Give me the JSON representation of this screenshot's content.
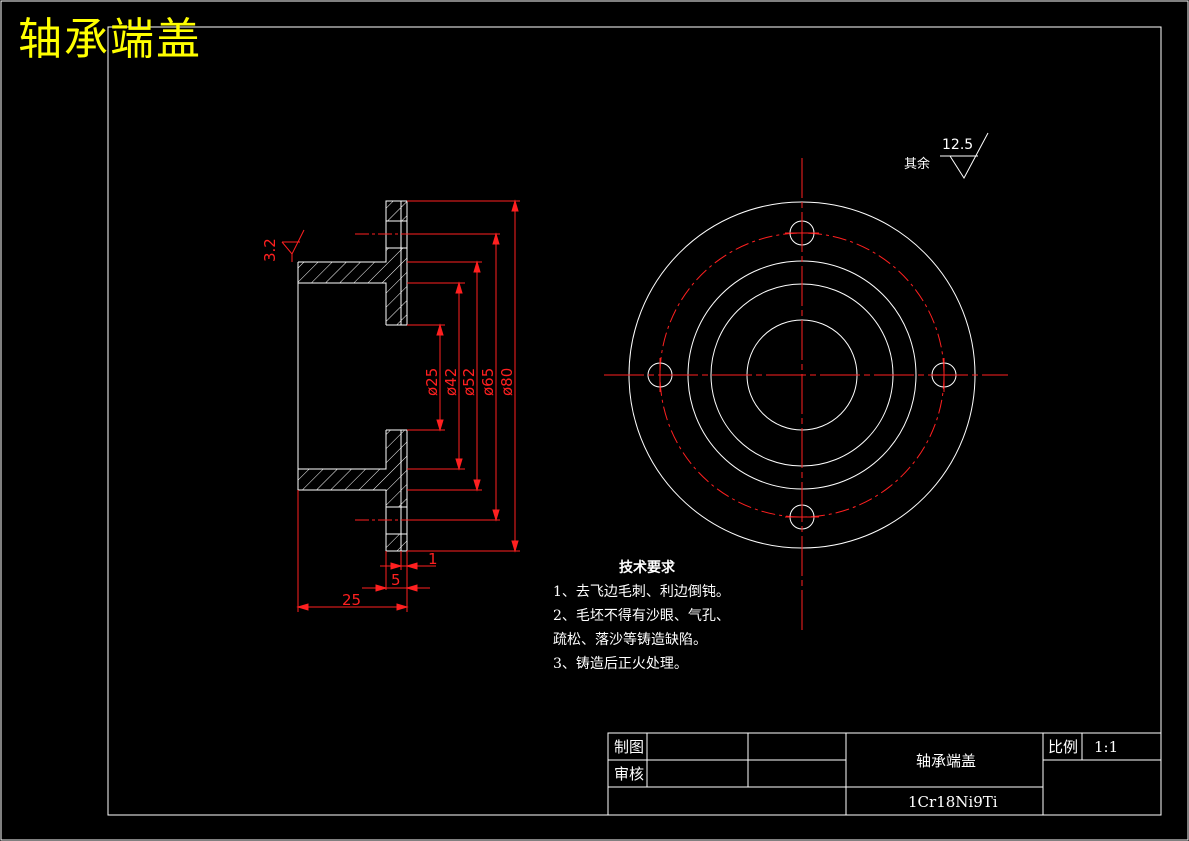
{
  "drawing_title": "轴承端盖",
  "surface_finish": {
    "general_value": "12.5",
    "general_prefix": "其余",
    "bore_value": "3.2"
  },
  "dimensions": {
    "d25": "ø25",
    "d42": "ø42",
    "d52": "ø52",
    "d65": "ø65",
    "d80": "ø80",
    "len_25": "25",
    "len_5": "5",
    "len_1": "1"
  },
  "technical_requirements": {
    "heading": "技术要求",
    "lines": [
      "1、去飞边毛刺、利边倒钝。",
      "2、毛坯不得有沙眼、气孔、",
      "疏松、落沙等铸造缺陷。",
      "3、铸造后正火处理。"
    ]
  },
  "title_block": {
    "drawn_label": "制图",
    "checked_label": "审核",
    "part_name": "轴承端盖",
    "scale_label": "比例",
    "scale_value": "1:1",
    "material": "1Cr18Ni9Ti"
  },
  "colors": {
    "outline": "#ffffff",
    "dimension": "#ff2020",
    "title": "#ffff00",
    "background": "#000000"
  }
}
